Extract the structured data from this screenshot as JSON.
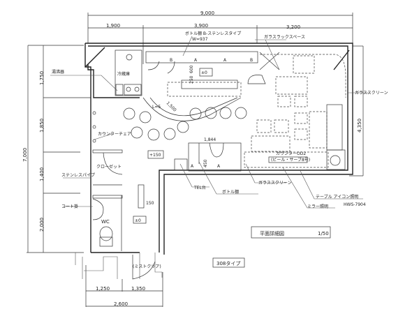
{
  "title": {
    "name": "平面詳細図",
    "scale": "1/50",
    "type": "308タイプ"
  },
  "dimensions": {
    "top_total": "9,000",
    "top_1": "1,900",
    "top_2": "3,900",
    "top_3": "3,200",
    "left_total": "7,000",
    "left_1": "1,750",
    "left_2": "1,850",
    "left_3": "1,400",
    "left_4": "2,000",
    "right_1": "4,350",
    "bottom_1": "1,250",
    "bottom_2": "1,350",
    "bottom_total": "2,600",
    "counter_len": "1,500",
    "counter_l": "L=5",
    "shelf_width": "1,844",
    "d250": "250",
    "d600": "600",
    "d450": "450",
    "step150": "150"
  },
  "labels": {
    "water_heater": "湯沸器",
    "fridge": "冷蔵庫",
    "bottle_shelf_type": "ボトル棚 B-ステンレスタイプ",
    "bottle_shelf_w": "W=937",
    "glass_rack": "ガラスラックスペース",
    "glass_screen_right": "ガラススクリーン",
    "counter_chair": "カウンターチェア",
    "level_plus150": "+150",
    "level_zero_bar": "±0",
    "level_zero_entry": "±0",
    "closet": "クローゼット",
    "stainless_pipe": "ステンレスパイプ",
    "coat": "コート掛",
    "tel": "TEL台",
    "bottle_shelf": "ボトル棚",
    "glass_screen_bottom": "ガラススクリーン",
    "counter_od": "カウンターOD2",
    "counter_od_sub": "(ビール・サーブ8号)",
    "table_light": "テーブル アイコン照明",
    "table_light_model": "HWS-7904",
    "mirror_light": "ミラー照明",
    "wc": "WC",
    "door_note": "(ミストクリア)",
    "a1": "A",
    "a2": "A",
    "a3": "A",
    "a4": "A",
    "b1": "B",
    "b2": "B"
  }
}
